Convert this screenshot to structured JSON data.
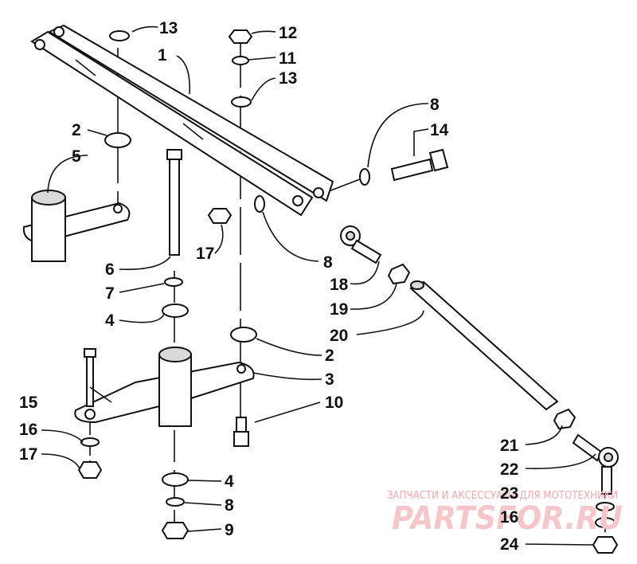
{
  "callouts": [
    {
      "label": "13"
    },
    {
      "label": "1"
    },
    {
      "label": "12"
    },
    {
      "label": "11"
    },
    {
      "label": "13"
    },
    {
      "label": "8"
    },
    {
      "label": "14"
    },
    {
      "label": "2"
    },
    {
      "label": "5"
    },
    {
      "label": "17"
    },
    {
      "label": "8"
    },
    {
      "label": "6"
    },
    {
      "label": "18"
    },
    {
      "label": "7"
    },
    {
      "label": "19"
    },
    {
      "label": "4"
    },
    {
      "label": "20"
    },
    {
      "label": "2"
    },
    {
      "label": "3"
    },
    {
      "label": "15"
    },
    {
      "label": "10"
    },
    {
      "label": "16"
    },
    {
      "label": "17"
    },
    {
      "label": "21"
    },
    {
      "label": "22"
    },
    {
      "label": "4"
    },
    {
      "label": "23"
    },
    {
      "label": "8"
    },
    {
      "label": "16"
    },
    {
      "label": "9"
    },
    {
      "label": "24"
    }
  ],
  "watermark": {
    "top_text": "ЗАПЧАСТИ И АКСЕССУАРЫ ДЛЯ МОТОТЕХНИКИ",
    "logo_text": "PARTSFOR.RU",
    "color": "#f2a9ad"
  }
}
